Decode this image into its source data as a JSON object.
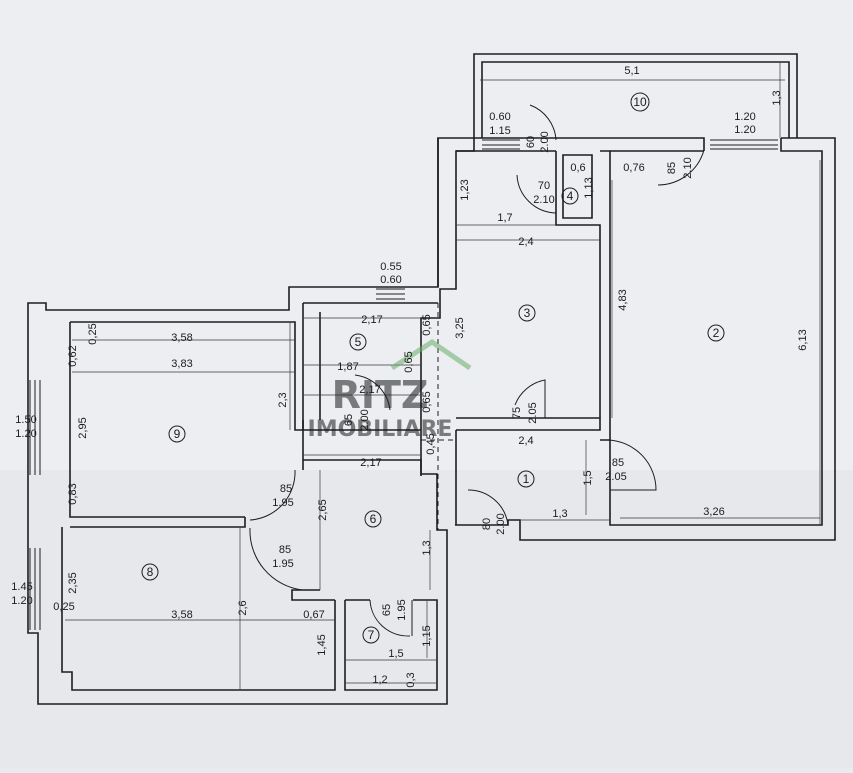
{
  "plan": {
    "watermark": {
      "brand": "RITZ",
      "sub": "IMOBILIARE",
      "color": "#d64a4a",
      "green": "#6ab06a"
    },
    "rooms": [
      {
        "num": "1"
      },
      {
        "num": "2"
      },
      {
        "num": "3"
      },
      {
        "num": "4"
      },
      {
        "num": "5"
      },
      {
        "num": "6"
      },
      {
        "num": "7"
      },
      {
        "num": "8"
      },
      {
        "num": "9"
      },
      {
        "num": "10"
      }
    ],
    "dims": {
      "balcony_w": "5,1",
      "balcony_h": "1,3",
      "win_top_left_a": "0.60",
      "win_top_left_b": "1.15",
      "win_top_right_a": "1.20",
      "win_top_right_b": "1.20",
      "door_b60_a": "60",
      "door_b60_b": "2.00",
      "door_85_top_a": "85",
      "door_85_top_b": "2.10",
      "d_076": "0,76",
      "d_06": "0,6",
      "d_113": "1,13",
      "d4_a": "70",
      "d4_b": "2.10",
      "d_123": "1,23",
      "d_17": "1,7",
      "d_24a": "2,4",
      "d_325": "3,25",
      "d_483": "4,83",
      "d_613": "6,13",
      "win_055_a": "0.55",
      "win_055_b": "0.60",
      "d_217a": "2,17",
      "d_065a": "0,65",
      "d_187": "1,87",
      "d_065b": "0,65",
      "d_217b": "2,17",
      "d_065c": "0,65",
      "d5_a": "65",
      "d5_b": "2.00",
      "d3_a": "75",
      "d3_b": "2.05",
      "d_24b": "2,4",
      "d_045": "0,45",
      "d_217c": "2,17",
      "d_025a": "0,25",
      "d_358a": "3,58",
      "d_062": "0,62",
      "d_383": "3,83",
      "d_23": "2,3",
      "d_295": "2,95",
      "d_083": "0,83",
      "win_left9_a": "1.50",
      "win_left9_b": "1.20",
      "d9_a": "85",
      "d9_b": "1.95",
      "d_265": "2,65",
      "d1_a": "85",
      "d1_b": "2.05",
      "d_15": "1,5",
      "d_13a": "1,3",
      "d_326": "3,26",
      "d_entr_a": "80",
      "d_entr_b": "2.00",
      "d_13b": "1,3",
      "d8_a": "85",
      "d8_b": "1.95",
      "d_235": "2,35",
      "win_left8_a": "1.45",
      "win_left8_b": "1.20",
      "d_025b": "0,25",
      "d_358b": "3,58",
      "d_26": "2,6",
      "d_067": "0,67",
      "d7_a": "65",
      "d7_b": "1.95",
      "d_115": "1,15",
      "d_145": "1,45",
      "d_15b": "1,5",
      "d_12": "1,2",
      "d_03": "0,3"
    }
  }
}
